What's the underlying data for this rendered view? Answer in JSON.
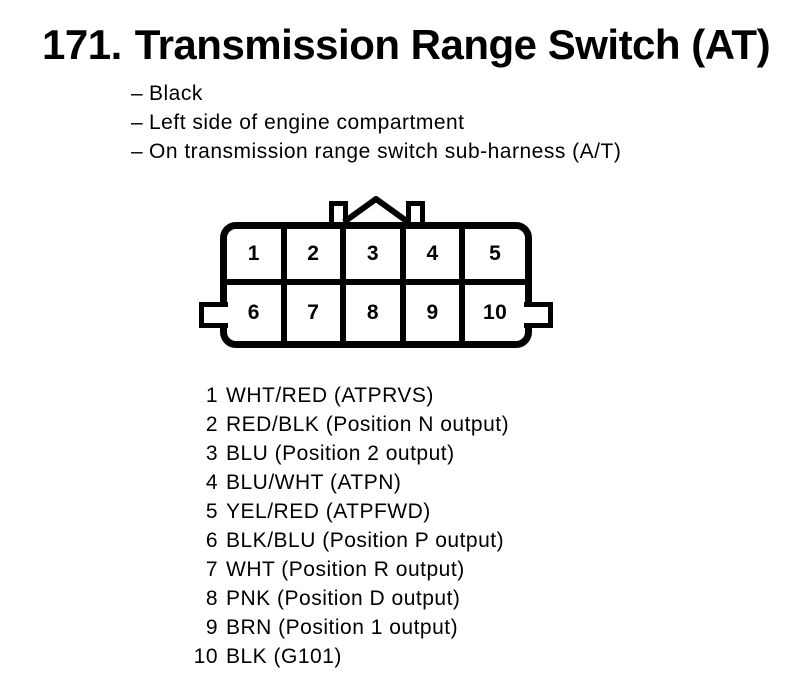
{
  "colors": {
    "ink": "#000000",
    "paper": "#ffffff"
  },
  "header": {
    "item_number": "171.",
    "title": "Transmission Range Switch (AT)"
  },
  "notes": {
    "dash": "–",
    "items": [
      "Black",
      "Left side of engine compartment",
      "On transmission range switch sub-harness (A/T)"
    ]
  },
  "pinout": [
    {
      "pin": "1",
      "label": "WHT/RED (ATPRVS)"
    },
    {
      "pin": "2",
      "label": "RED/BLK (Position N output)"
    },
    {
      "pin": "3",
      "label": "BLU (Position 2 output)"
    },
    {
      "pin": "4",
      "label": "BLU/WHT (ATPN)"
    },
    {
      "pin": "5",
      "label": "YEL/RED (ATPFWD)"
    },
    {
      "pin": "6",
      "label": "BLK/BLU (Position P output)"
    },
    {
      "pin": "7",
      "label": "WHT (Position R output)"
    },
    {
      "pin": "8",
      "label": "PNK (Position D output)"
    },
    {
      "pin": "9",
      "label": "BRN (Position 1 output)"
    },
    {
      "pin": "10",
      "label": "BLK (G101)"
    }
  ]
}
